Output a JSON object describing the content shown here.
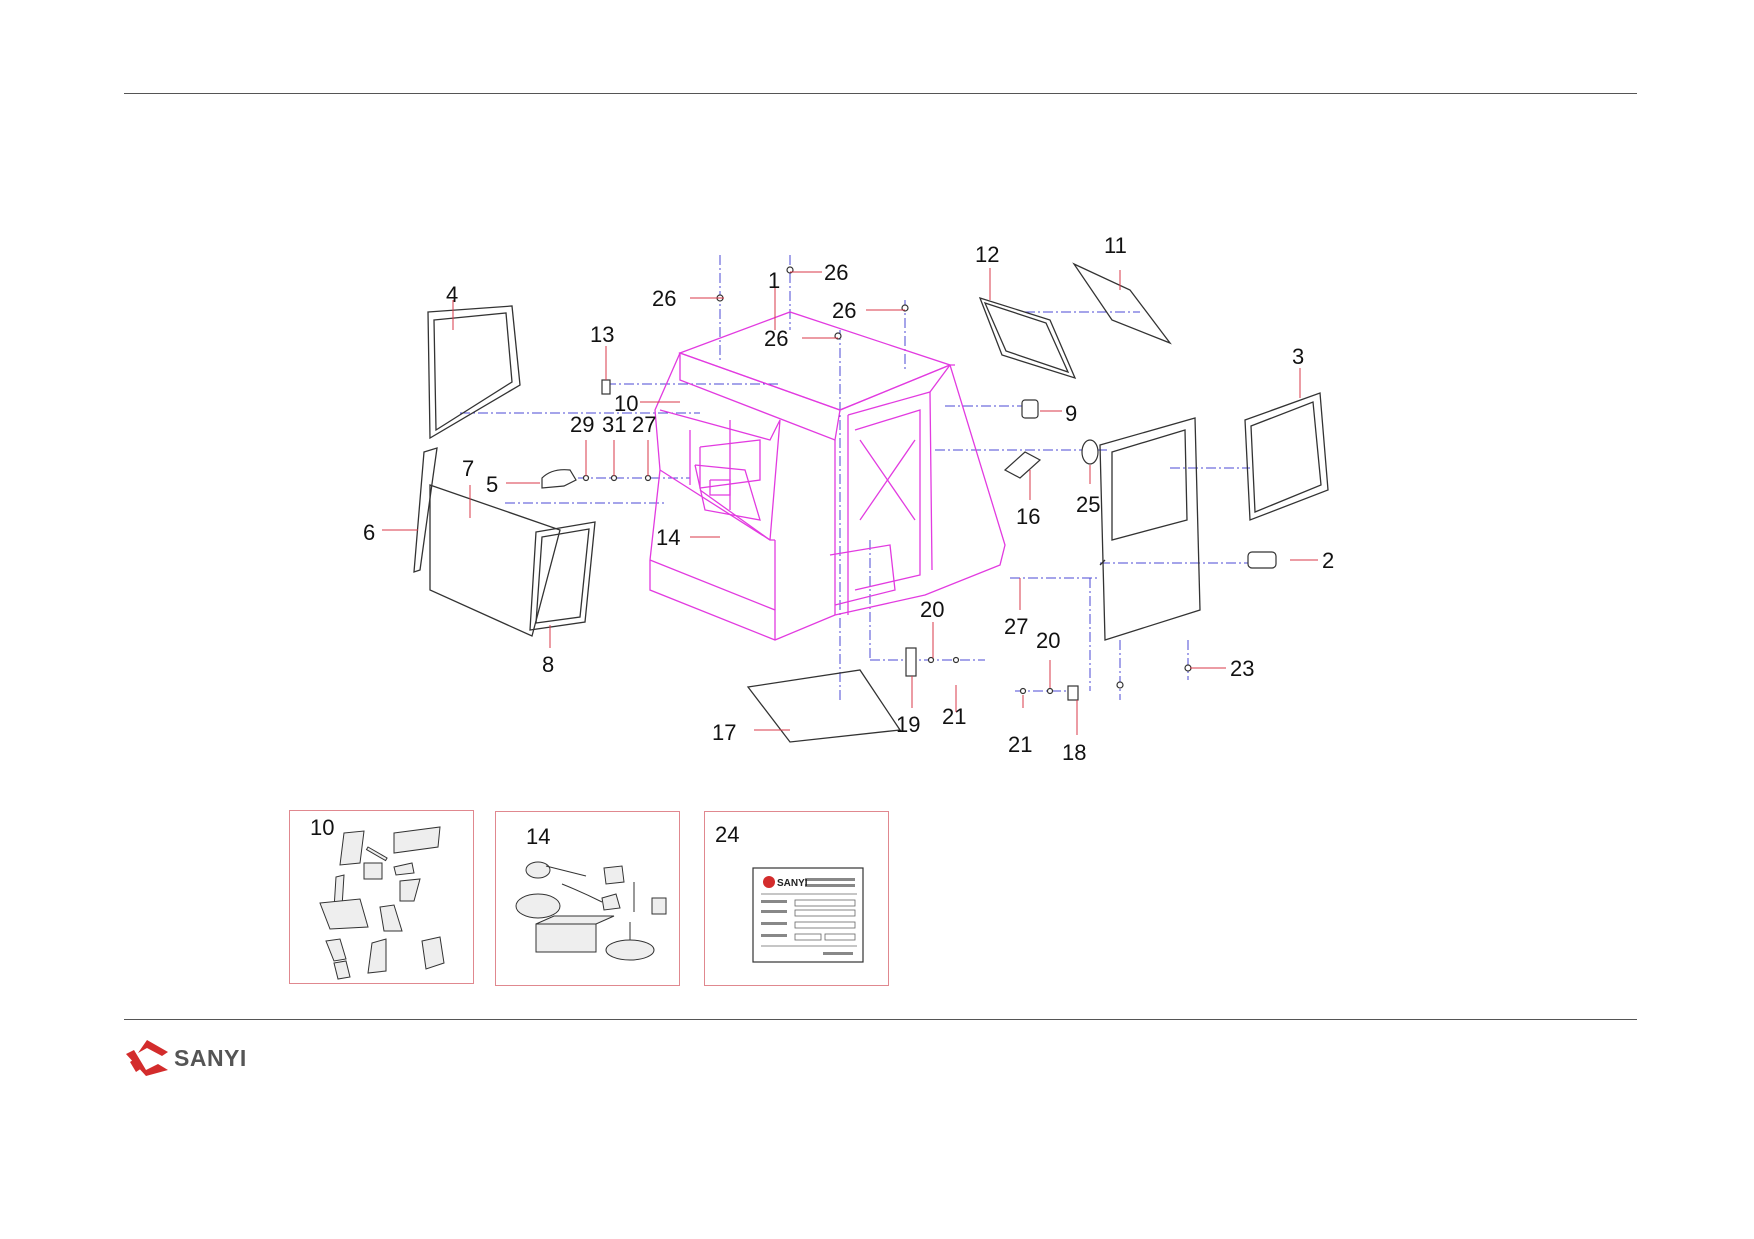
{
  "colors": {
    "cab_outline": "#e23be0",
    "leader": "#d9394a",
    "centerline": "#4b49d6",
    "part_outline": "#333333",
    "inset_border": "#e0888f",
    "rule": "#555555",
    "logo_red": "#d32c2c"
  },
  "callouts": {
    "c1": "1",
    "c2": "2",
    "c3": "3",
    "c4": "4",
    "c5": "5",
    "c6": "6",
    "c7": "7",
    "c8": "8",
    "c9": "9",
    "c10": "10",
    "c11": "11",
    "c12": "12",
    "c13": "13",
    "c14": "14",
    "c16": "16",
    "c17": "17",
    "c18": "18",
    "c19": "19",
    "c20a": "20",
    "c20b": "20",
    "c21a": "21",
    "c21b": "21",
    "c23": "23",
    "c25": "25",
    "c26a": "26",
    "c26b": "26",
    "c26c": "26",
    "c26d": "26",
    "c27a": "27",
    "c27b": "27",
    "c29": "29",
    "c31": "31"
  },
  "insets": [
    {
      "number": "10",
      "content": "cab interior trim kit"
    },
    {
      "number": "14",
      "content": "electrical accessory kit"
    },
    {
      "number": "24",
      "content": "nameplate"
    }
  ],
  "nameplate": {
    "brand": "SANYI"
  },
  "logo": {
    "text": "SANYI",
    "icon": "sanyi-logo-icon"
  }
}
